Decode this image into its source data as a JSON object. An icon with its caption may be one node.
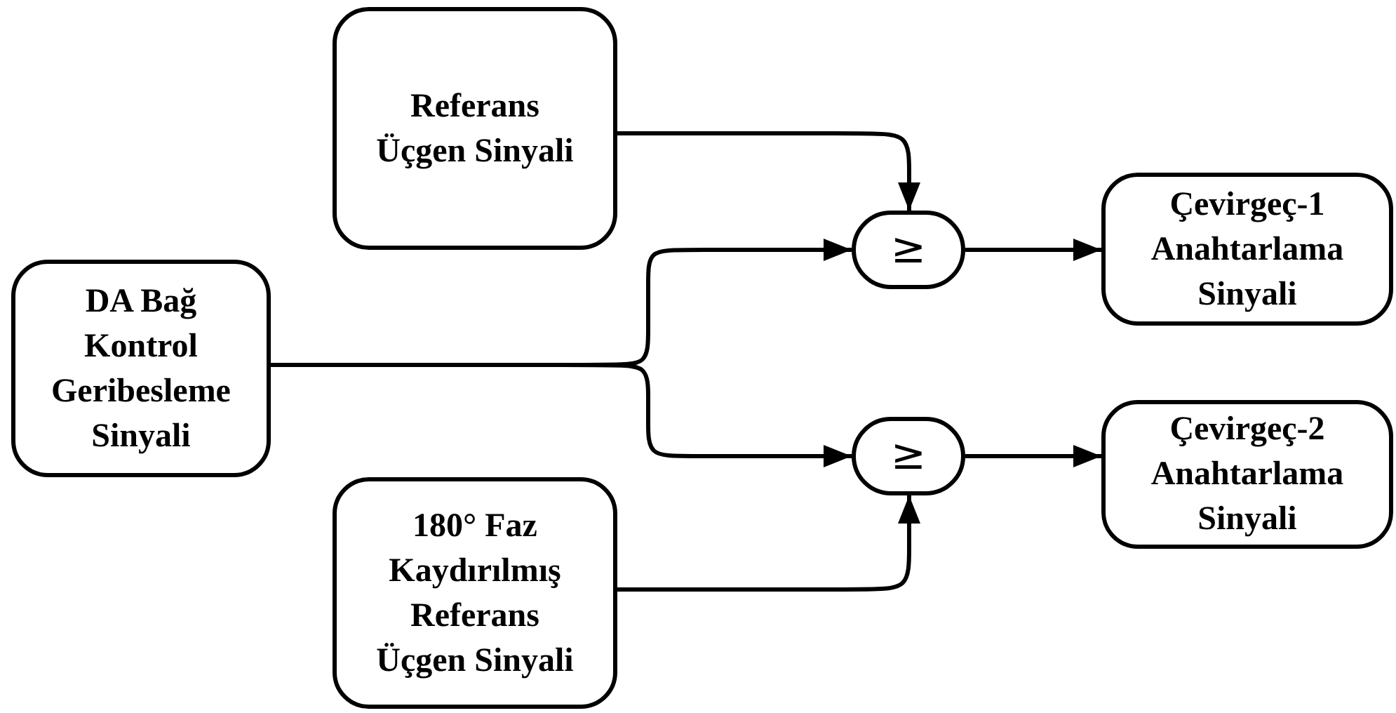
{
  "diagram": {
    "nodes": [
      {
        "text": [
          "Referans Üçgen Sinyali"
        ]
      },
      {
        "text": [
          "DA Bağ Kontrol Geribesleme Sinyali"
        ]
      },
      {
        "text": [
          "≥"
        ]
      },
      {
        "text": [
          "Çevirgeç-1 Anahtarlama Sinyali"
        ]
      },
      {
        "text": [
          "≥"
        ]
      },
      {
        "text": [
          "Çevirgeç-2 Anahtarlama Sinyali"
        ]
      },
      {
        "text": [
          "180° Faz Kaydırılmış Referans Üçgen Sinyali"
        ]
      }
    ],
    "edges": [
      {
        "from": 0,
        "to": 2,
        "arrow": "to"
      },
      {
        "from": 1,
        "to": 2,
        "arrow": "to"
      },
      {
        "from": 1,
        "to": 4,
        "arrow": "to"
      },
      {
        "from": 6,
        "to": 4,
        "arrow": "to"
      },
      {
        "from": 2,
        "to": 3,
        "arrow": "to"
      },
      {
        "from": 4,
        "to": 5,
        "arrow": "to"
      }
    ]
  }
}
